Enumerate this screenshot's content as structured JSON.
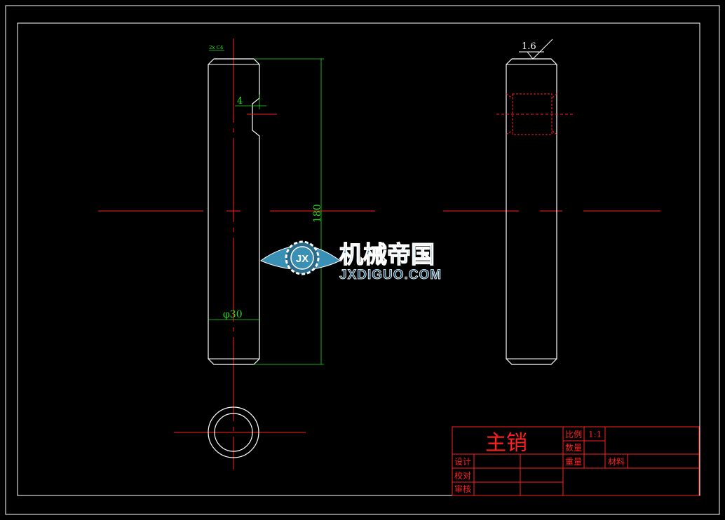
{
  "colors": {
    "background": "#000000",
    "outline": "#ffffff",
    "centerline": "#ff2020",
    "dimension": "#22dd22",
    "titleblock": "#ff2020",
    "hidden": "#ff2020",
    "logo_text": "#3a8fb5"
  },
  "front_view": {
    "chamfer_label": "2x C4",
    "slot_dim": "4",
    "length_dim": "180",
    "diameter_dim": "φ30"
  },
  "side_view": {
    "roughness": "1.6"
  },
  "watermark": {
    "title": "机械帝国",
    "subtitle": "JXDIGUO.COM",
    "emblem": "JX"
  },
  "title_block": {
    "part_name": "主销",
    "scale_label": "比例",
    "scale_value": "1:1",
    "quantity_label": "数量",
    "weight_label": "重量",
    "material_label": "材料",
    "design_label": "设计",
    "check_label": "校对",
    "review_label": "审核"
  }
}
